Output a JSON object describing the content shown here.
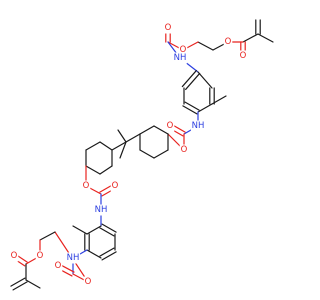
{
  "molecule": {
    "atom_colors": {
      "C": "#1a1a1a",
      "O": "#e8231f",
      "N": "#2c3fe0"
    },
    "labels": {
      "oxygen": "O",
      "amine": "NH"
    },
    "structure": "Symmetric bis-carbamate: two 2-methacryloyloxyethyl carbamate arms on methylphenylene rings joined via carbamate links to a 4,4'-isopropylidene-dicyclohexyl core"
  }
}
